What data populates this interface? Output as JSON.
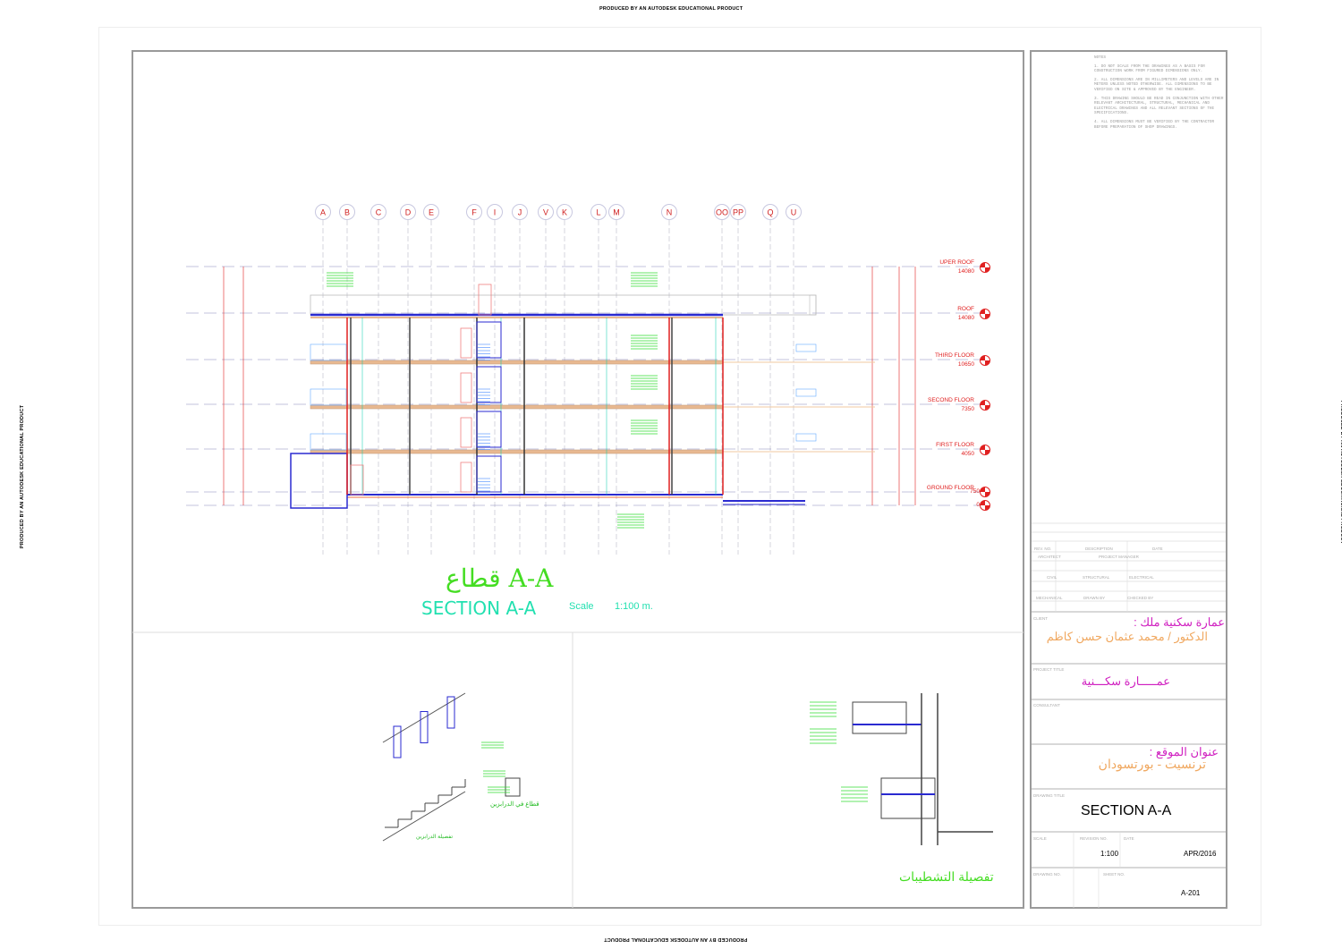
{
  "watermark": "PRODUCED BY AN AUTODESK EDUCATIONAL PRODUCT",
  "notes": {
    "heading": "NOTES",
    "items": [
      "1. DO NOT SCALE FROM THE DRAWINGS AS A BASIS FOR CONSTRUCTION WORK FROM FIGURED DIMENSIONS ONLY.",
      "2. ALL DIMENSIONS ARE IN MILLIMETERS AND LEVELS ARE IN METERS UNLESS NOTED OTHERWISE. ALL DIMENSIONS TO BE VERIFIED ON SITE & APPROVED BY THE ENGINEER.",
      "3. THIS DRAWING SHOULD BE READ IN CONJUNCTION WITH OTHER RELEVANT ARCHITECTURAL, STRUCTURAL, MECHANICAL AND ELECTRICAL DRAWINGS AND ALL RELEVANT SECTIONS OF THE SPECIFICATIONS.",
      "4. ALL DIMENSIONS MUST BE VERIFIED BY THE CONTRACTOR BEFORE PREPARATION OF SHOP DRAWINGS."
    ]
  },
  "section": {
    "grids": [
      "A",
      "B",
      "C",
      "D",
      "E",
      "F",
      "I",
      "J",
      "V",
      "K",
      "L",
      "M",
      "N",
      "OO",
      "PP",
      "Q",
      "U"
    ],
    "levels": [
      {
        "name": "UPER ROOF",
        "value": "14080"
      },
      {
        "name": "ROOF",
        "value": "14080"
      },
      {
        "name": "THIRD FLOOR",
        "value": "10650"
      },
      {
        "name": "SECOND FLOOR",
        "value": "7350"
      },
      {
        "name": "FIRST FLOOR",
        "value": "4050"
      },
      {
        "name": "GROUND FLOOR",
        "value": "750"
      },
      {
        "name": "",
        "value": "0"
      }
    ],
    "title_arabic": "قطاع A-A",
    "title": "SECTION A-A",
    "scale_label": "Scale",
    "scale_value": "1:100 m."
  },
  "details": {
    "railing_caption": "قطاع في الدرابزين",
    "stair_caption": "تفصيلة الدرابزين",
    "finishes_caption": "تفصيلة التشطيبات"
  },
  "title_block": {
    "rev_no": "REV. NO.",
    "description": "DESCRIPTION",
    "date_hdr": "DATE",
    "architect": "ARCHITECT",
    "project_manager": "PROJECT MANAGER",
    "civil": "CIVIL",
    "structural": "STRUCTURAL",
    "electrical": "ELECTRICAL",
    "mechanical": "MECHANICAL",
    "drawn_by": "DRAWN BY",
    "checked_by": "CHECKED BY",
    "client_label": "CLIENT",
    "client_line1": "عمارة سكنية ملك :",
    "client_line2": "الدكتور  /  محمد عثمان حسن كاظم",
    "project_title_label": "PROJECT TITLE",
    "project_title": "عمـــــارة سكـــنية",
    "consultant_label": "CONSULTANT",
    "location_label": "عنوان الموقع :",
    "location": "ترنسيت - بورتسودان",
    "drawing_title_label": "DRAWING TITLE",
    "drawing_title": "SECTION A-A",
    "scale_label": "SCALE",
    "revision_label": "REVISION NO.",
    "date_label": "DATE",
    "scale": "1:100",
    "date": "APR/2016",
    "drawing_no_label": "DRAWING NO.",
    "sheet_no_label": "SHEET NO.",
    "sheet_no": "A-201"
  },
  "colors": {
    "grid_red": "#e02020",
    "slab": "#e8b890",
    "blue": "#2a2ad0",
    "green": "#33dd33",
    "cyan": "#22e0b0",
    "magenta": "#d020c0",
    "orange": "#f0a860"
  }
}
